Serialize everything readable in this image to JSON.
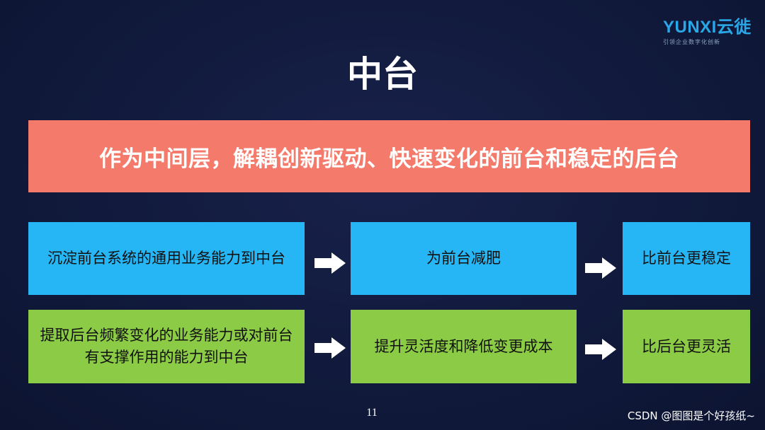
{
  "logo": {
    "mark_en": "YUNXI",
    "mark_cn": "云徙",
    "tagline": "引领企业数字化创新"
  },
  "title": "中台",
  "banner": "作为中间层，解耦创新驱动、快速变化的前台和稳定的后台",
  "rows": [
    {
      "color": "#27b6f5",
      "boxes": [
        "沉淀前台系统的通用业务能力到中台",
        "为前台减肥",
        "比前台更稳定"
      ]
    },
    {
      "color": "#8ccb45",
      "boxes": [
        "提取后台频繁变化的业务能力或对前台有支撑作用的能力到中台",
        "提升灵活度和降低变更成本",
        "比后台更灵活"
      ]
    }
  ],
  "arrow_icon": "right-arrow-icon",
  "page_number": "11",
  "watermark": "CSDN @图图是个好孩纸~"
}
